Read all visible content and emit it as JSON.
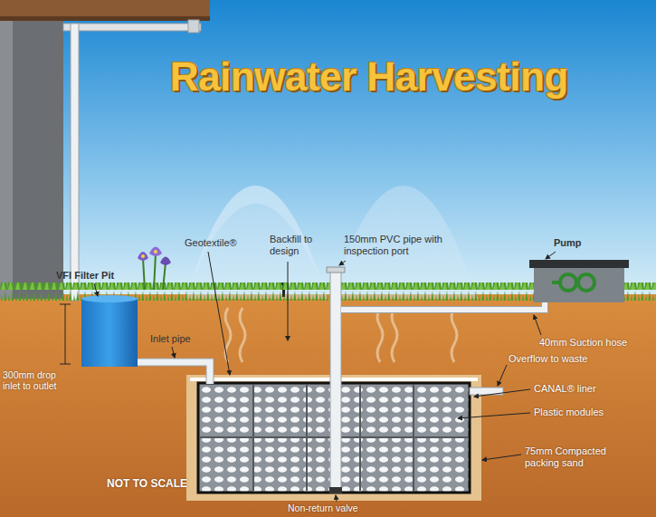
{
  "diagram": {
    "title": "Rainwater Harvesting",
    "labels": [
      "VFI Filter Pit",
      "Geotextile®",
      "Backfill to design",
      "150mm PVC pipe with inspection port",
      "Pump",
      "Inlet pipe",
      "300mm drop inlet to outlet",
      "40mm Suction hose",
      "Overflow to waste",
      "CANAL® liner",
      "Plastic modules",
      "75mm Compacted packing sand",
      "Non-return valve",
      "NOT TO SCALE"
    ]
  }
}
